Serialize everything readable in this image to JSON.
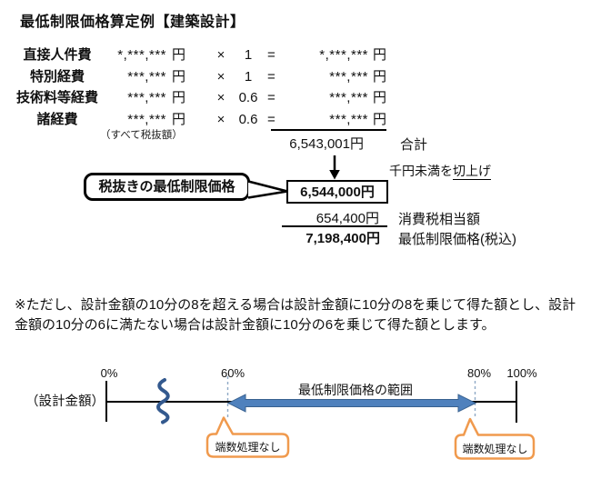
{
  "title": "最低制限価格算定例【建築設計】",
  "calc": {
    "yen": "円",
    "times_symbol": "×",
    "equals_symbol": "=",
    "rows": [
      {
        "label": "直接人件費",
        "amount": "*,***,***",
        "multiplier": "1",
        "result": "*,***,***"
      },
      {
        "label": "特別経費",
        "amount": "***,***",
        "multiplier": "1",
        "result": "***,***"
      },
      {
        "label": "技術料等経費",
        "amount": "***,***",
        "multiplier": "0.6",
        "result": "***,***"
      },
      {
        "label": "諸経費",
        "amount": "***,***",
        "multiplier": "0.6",
        "result": "***,***"
      }
    ],
    "tax_exclusive_note": "（すべて税抜額）",
    "subtotal_value": "6,543,001円",
    "subtotal_label": "合計",
    "rounding_prefix": "千円未満を",
    "rounding_underlined": "切上げ",
    "rounded_value": "6,544,000円",
    "callout_label": "税抜きの最低制限価格",
    "tax_value": "654,400円",
    "tax_label": "消費税相当額",
    "total_value": "7,198,400円",
    "total_label": "最低制限価格(税込)"
  },
  "note_line1": "※ただし、設計金額の10分の8を超える場合は設計金額に10分の8を乗じて得た額とし、設計",
  "note_line2": "金額の10分の6に満たない場合は設計金額に10分の6を乗じて得た額とします。",
  "diagram": {
    "axis_label": "（設計金額）",
    "tick_0": "0%",
    "tick_60": "60%",
    "tick_80": "80%",
    "tick_100": "100%",
    "range_label": "最低制限価格の範囲",
    "callout_left": "端数処理なし",
    "callout_right": "端数処理なし",
    "colors": {
      "range_arrow": "#4F81BD",
      "range_arrow_border": "#38618F",
      "squiggle": "#33598E",
      "dashed_guide": "#8FA9C6",
      "callout_border": "#F09A4E"
    }
  }
}
